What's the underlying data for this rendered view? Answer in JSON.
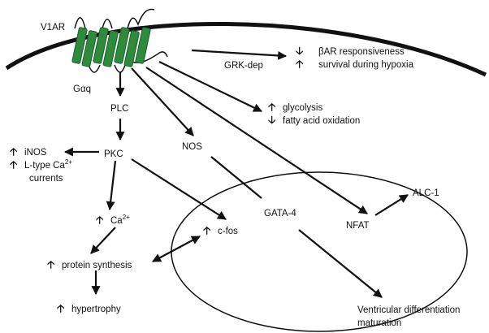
{
  "receptor": {
    "label": "V1AR",
    "color": "#2e8b3e"
  },
  "pathway": {
    "gaq": "Gαq",
    "plc": "PLC",
    "pkc": "PKC",
    "nos": "NOS",
    "ca": {
      "base": "Ca",
      "sup": "2+"
    },
    "cfos": "c-fos",
    "gata4": "GATA-4",
    "nfat": "NFAT",
    "alc1": "ALC-1",
    "grk": "GRK-dep"
  },
  "effects": {
    "inos": "iNOS",
    "ltype_line1": "L-type Ca",
    "ltype_sup": "2+",
    "ltype_line2": "currents",
    "protein_synthesis": "protein synthesis",
    "hypertrophy": "hypertrophy",
    "glycolysis": "glycolysis",
    "fatty_acid": "fatty acid oxidation",
    "bar_responsiveness": "βAR responsiveness",
    "survival_hypoxia": "survival during hypoxia",
    "ventricular_line1": "Ventricular differentiation",
    "ventricular_line2": "maturation"
  },
  "symbols": {
    "up": "🡡",
    "down": "🡣"
  }
}
